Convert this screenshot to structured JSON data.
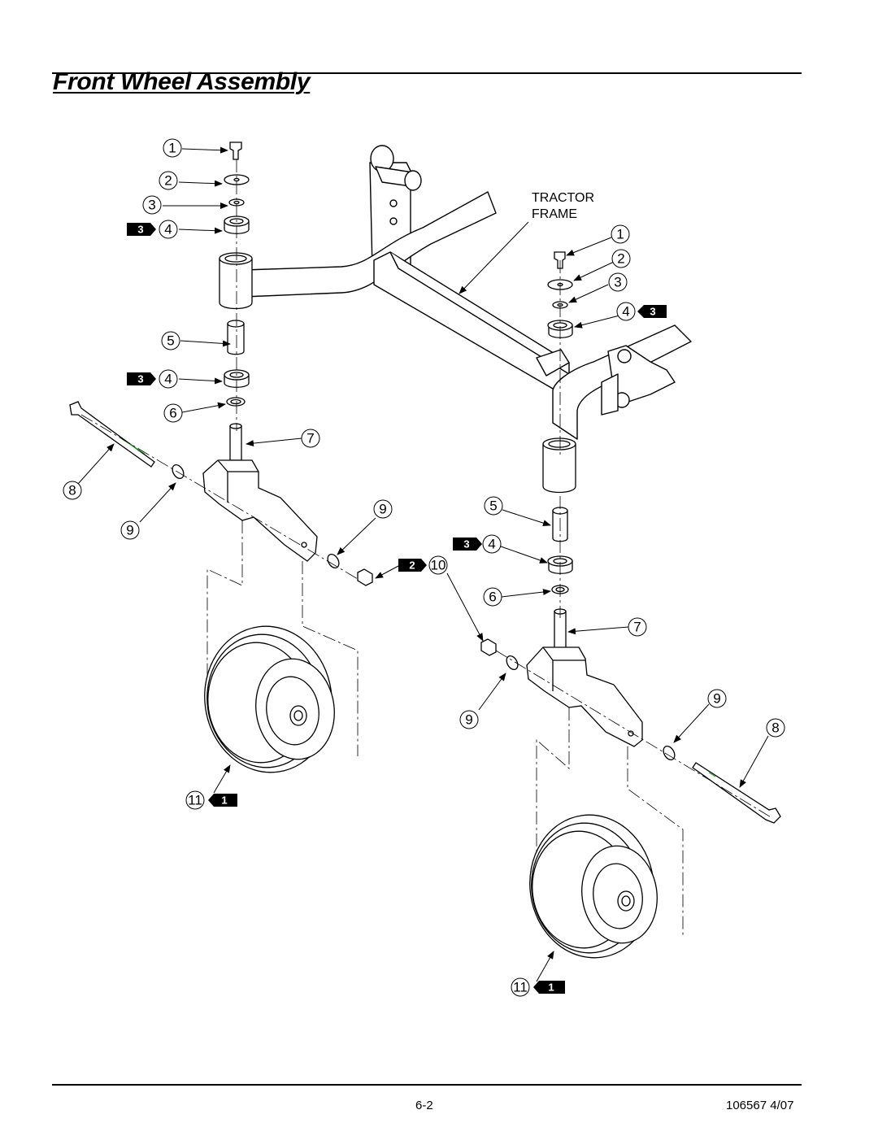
{
  "header": {
    "title": "Front Wheel Assembly"
  },
  "frame_label": {
    "line1": "TRACTOR",
    "line2": "FRAME"
  },
  "callouts": {
    "left": [
      "1",
      "2",
      "3",
      "4",
      "5",
      "4",
      "6",
      "7",
      "8",
      "9",
      "9",
      "10",
      "11"
    ],
    "right": [
      "1",
      "2",
      "3",
      "4",
      "5",
      "4",
      "6",
      "7",
      "9",
      "9",
      "8",
      "11"
    ]
  },
  "note_tags": {
    "left_bearing_top": "3",
    "left_bearing_bottom": "3",
    "left_nut": "2",
    "left_wheel": "1",
    "right_bearing_top": "3",
    "right_bearing_bottom": "3",
    "right_wheel": "1"
  },
  "footer": {
    "page_number": "6-2",
    "doc_ref": "106567 4/07"
  }
}
